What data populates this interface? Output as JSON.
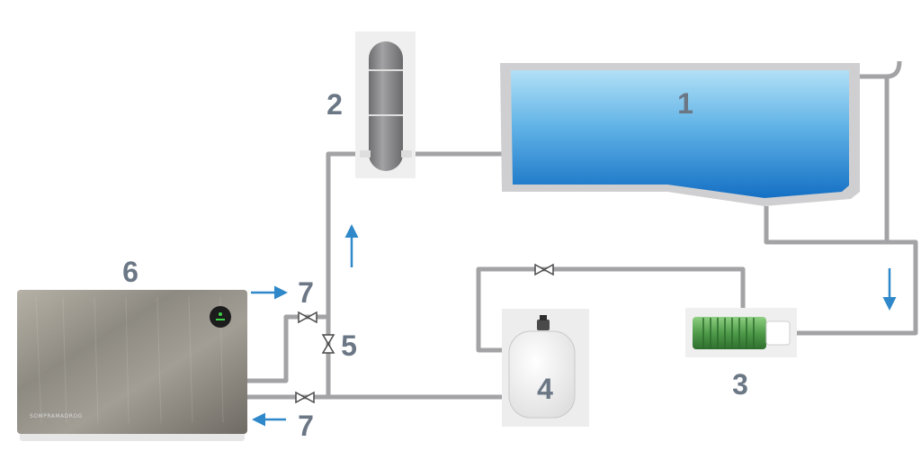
{
  "labels": {
    "pool": "1",
    "filter": "2",
    "heat_exchanger": "3",
    "expansion_tank": "4",
    "bypass_valve": "5",
    "heat_pump": "6",
    "outlet_valve": "7",
    "inlet_valve": "7"
  },
  "heat_pump_brand": "SOMPRAMADROG",
  "colors": {
    "pipe": "#a3a3a5",
    "arrow": "#2f88c9",
    "label": "#6b7785",
    "water_top": "#a8d8f2",
    "water_bottom": "#1576c7",
    "heat_exchanger": "#4f9b4a"
  },
  "icons": {
    "flow_arrows": "arrow-icon",
    "valves": "valve-icon"
  }
}
